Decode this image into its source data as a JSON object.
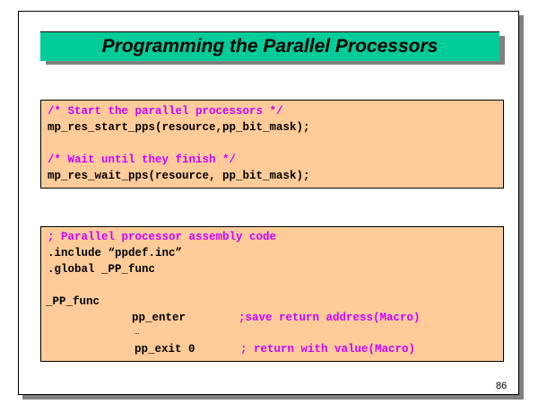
{
  "slide": {
    "title": "Programming the Parallel Processors",
    "page_number": "86",
    "colors": {
      "title_bg": "#00cc99",
      "code_bg": "#ffcc99",
      "comment": "#cc00ff"
    }
  },
  "c_code": {
    "comment1": "/* Start the parallel processors */",
    "line1": "mp_res_start_pps(resource,pp_bit_mask);",
    "comment2": "/* Wait until they finish */",
    "line2": "mp_res_wait_pps(resource, pp_bit_mask);"
  },
  "asm_code": {
    "comment": "; Parallel processor assembly code",
    "include": ".include “ppdef.inc”",
    "global": ".global _PP_func",
    "label": "_PP_func",
    "enter": "pp_enter",
    "enter_comment": ";save return address(Macro)",
    "ellipsis": "…",
    "exit": "pp_exit 0",
    "exit_comment": "; return with value(Macro)"
  }
}
